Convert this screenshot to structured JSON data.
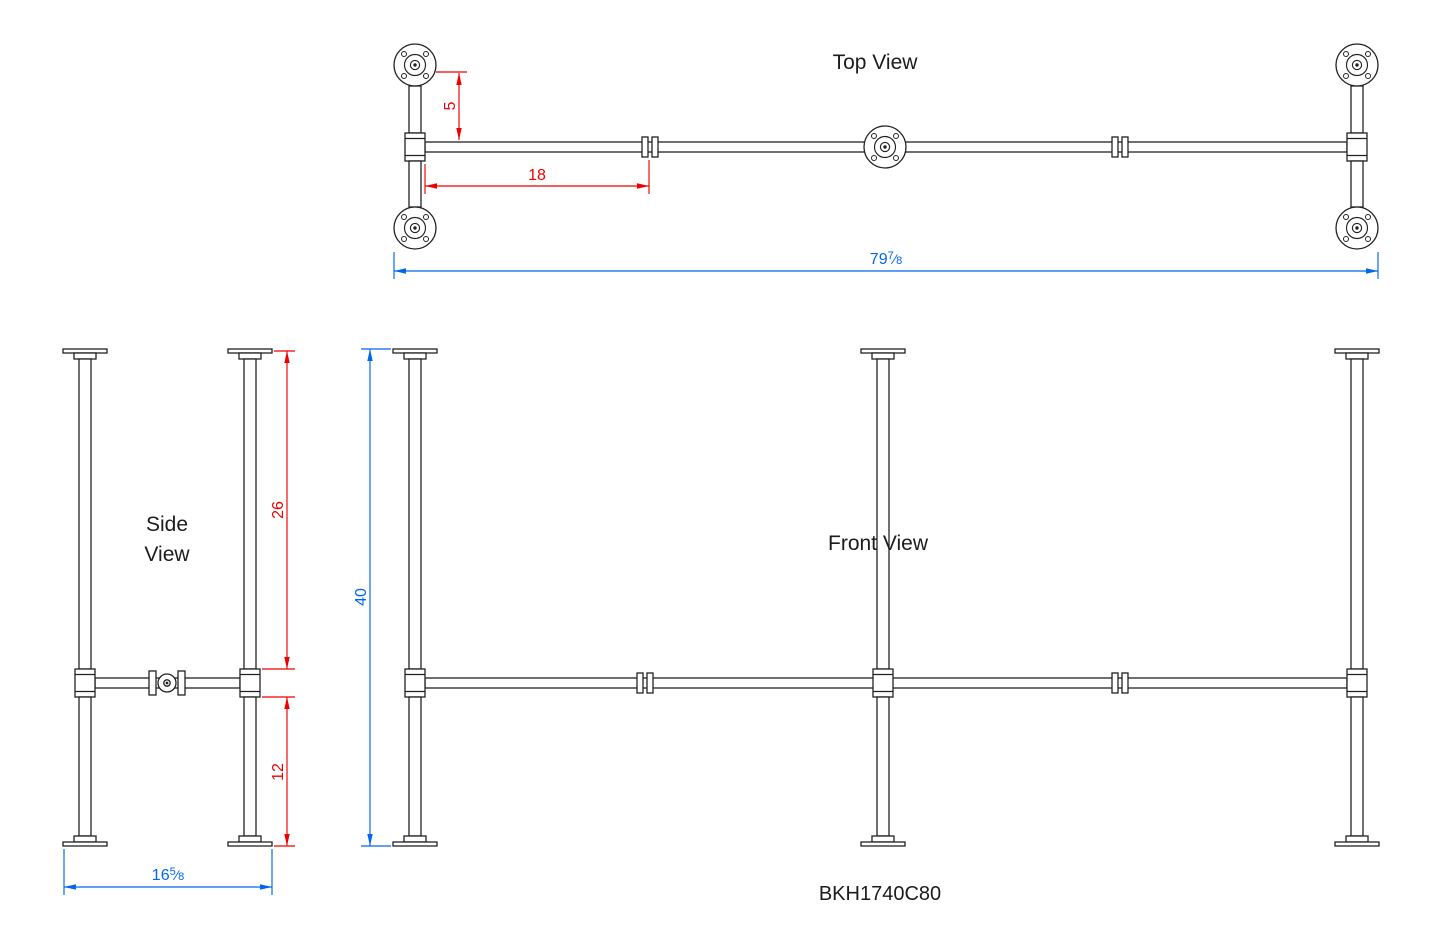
{
  "titles": {
    "top": "Top View",
    "side_line1": "Side",
    "side_line2": "View",
    "front": "Front View"
  },
  "part_number": "BKH1740C80",
  "dims": {
    "top_offset": "5",
    "top_inset": "18",
    "overall_width": {
      "whole": "79",
      "num": "7",
      "slash": "⁄",
      "den": "8"
    },
    "side_upper": "26",
    "side_lower": "12",
    "side_width": {
      "whole": "16",
      "num": "5",
      "slash": "⁄",
      "den": "8"
    },
    "front_height": "40"
  },
  "colors": {
    "background": "#ffffff",
    "line": "#222222",
    "dim_red": "#ee0000",
    "dim_blue": "#0066ee"
  }
}
